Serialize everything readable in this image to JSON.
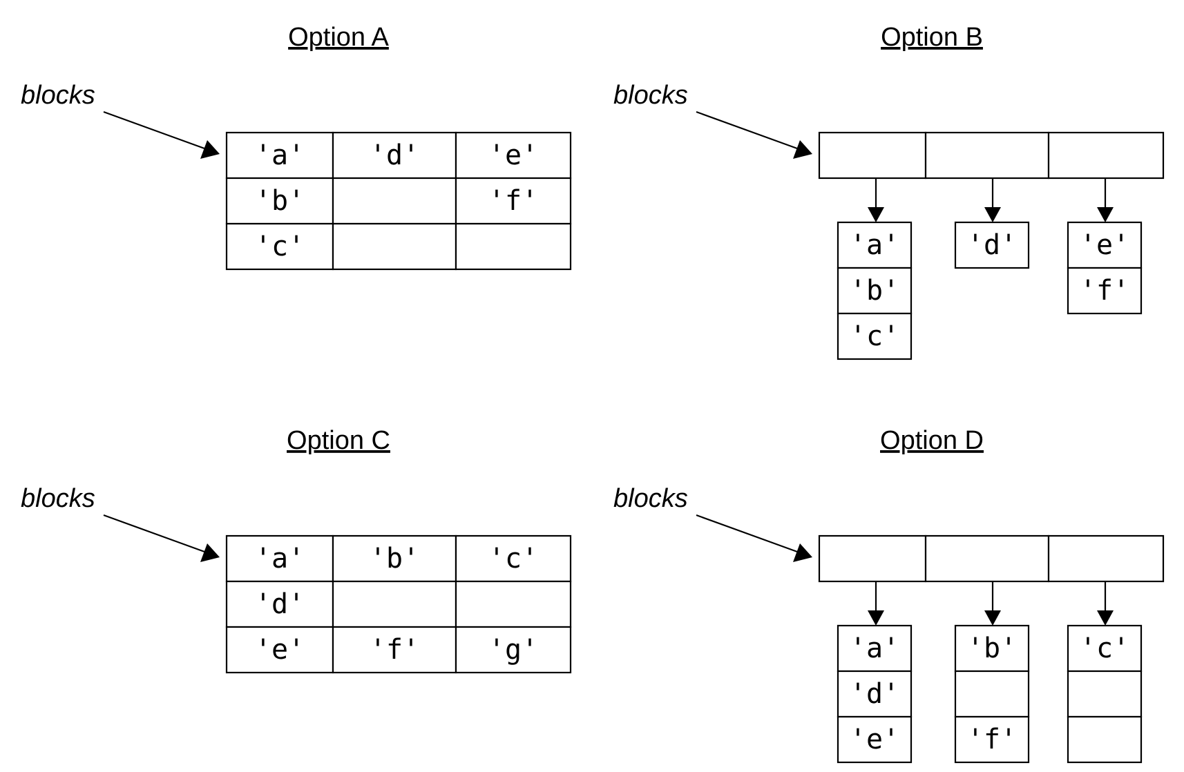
{
  "options": [
    {
      "title": "Option A",
      "pointer_label": "blocks",
      "kind": "grid",
      "rows": [
        [
          "'a'",
          "'d'",
          "'e'"
        ],
        [
          "'b'",
          "",
          "'f'"
        ],
        [
          "'c'",
          "",
          ""
        ]
      ]
    },
    {
      "title": "Option B",
      "pointer_label": "blocks",
      "kind": "array-of-lists",
      "columns": [
        [
          "'a'",
          "'b'",
          "'c'"
        ],
        [
          "'d'"
        ],
        [
          "'e'",
          "'f'"
        ]
      ]
    },
    {
      "title": "Option C",
      "pointer_label": "blocks",
      "kind": "grid",
      "rows": [
        [
          "'a'",
          "'b'",
          "'c'"
        ],
        [
          "'d'",
          "",
          ""
        ],
        [
          "'e'",
          "'f'",
          "'g'"
        ]
      ]
    },
    {
      "title": "Option D",
      "pointer_label": "blocks",
      "kind": "array-of-lists",
      "columns": [
        [
          "'a'",
          "'d'",
          "'e'"
        ],
        [
          "'b'",
          "",
          "'f'"
        ],
        [
          "'c'",
          "",
          ""
        ]
      ]
    }
  ]
}
